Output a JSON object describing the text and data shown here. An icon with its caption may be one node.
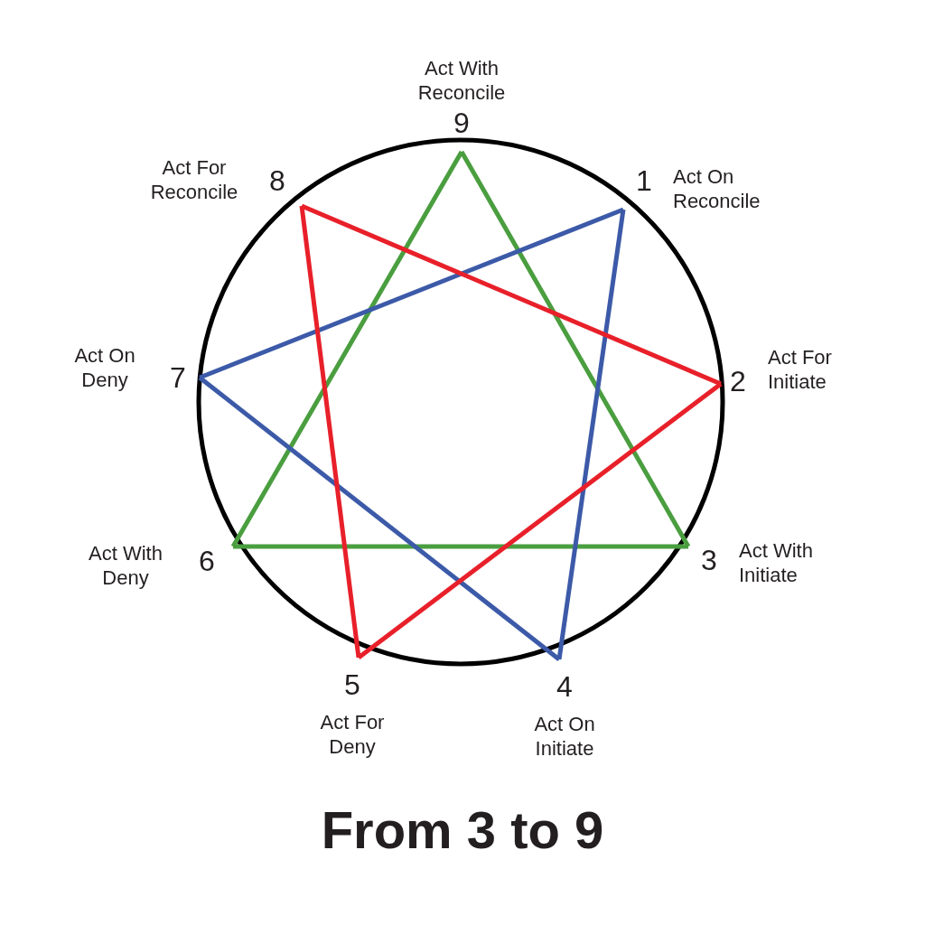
{
  "diagram": {
    "title": "From 3 to 9",
    "nodes": [
      {
        "text": [
          "Act With Reconcile",
          "9"
        ]
      },
      {
        "text": [
          "1",
          "Act On Reconcile"
        ]
      },
      {
        "text": [
          "2",
          "Act For Initiate"
        ]
      },
      {
        "text": [
          "3",
          "Act With Initiate"
        ]
      },
      {
        "text": [
          "4",
          "Act On Initiate"
        ]
      },
      {
        "text": [
          "5",
          "Act For Deny"
        ]
      },
      {
        "text": [
          "Act With Deny",
          "6"
        ]
      },
      {
        "text": [
          "Act On Deny",
          "7"
        ]
      },
      {
        "text": [
          "Act For Reconcile",
          "8"
        ]
      }
    ],
    "edges": [
      {
        "from": 0,
        "to": 3,
        "arrow": "none",
        "color": "#4a9e3f"
      },
      {
        "from": 3,
        "to": 6,
        "arrow": "none",
        "color": "#4a9e3f"
      },
      {
        "from": 6,
        "to": 0,
        "arrow": "none",
        "color": "#4a9e3f"
      },
      {
        "from": 1,
        "to": 4,
        "arrow": "none",
        "color": "#3c5aa8"
      },
      {
        "from": 4,
        "to": 7,
        "arrow": "none",
        "color": "#3c5aa8"
      },
      {
        "from": 7,
        "to": 1,
        "arrow": "none",
        "color": "#3c5aa8"
      },
      {
        "from": 2,
        "to": 5,
        "arrow": "none",
        "color": "#e8202a"
      },
      {
        "from": 5,
        "to": 8,
        "arrow": "none",
        "color": "#e8202a"
      },
      {
        "from": 8,
        "to": 2,
        "arrow": "none",
        "color": "#e8202a"
      }
    ]
  }
}
